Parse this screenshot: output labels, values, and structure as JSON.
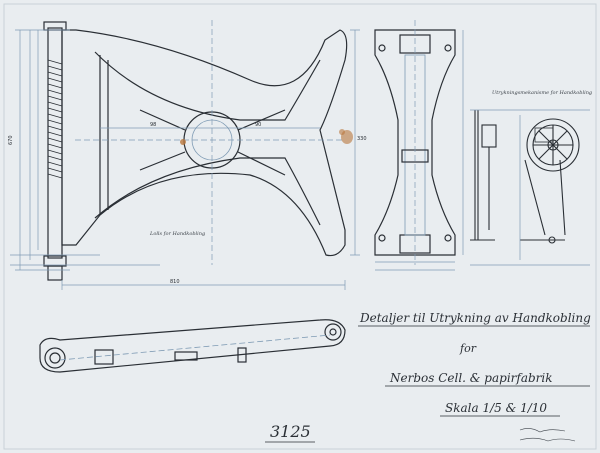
{
  "title": {
    "line1": "Detaljer til Utrykning av Handkobling",
    "line2": "for",
    "line3": "Nerbos Cell. & papirfabrik",
    "line4": "Skala 1/5 & 1/10"
  },
  "sheet_number": "3125",
  "view_notes": {
    "front": "Lolls for Handkobling",
    "side_top": "Utrykningsmekanisme for Handkobling"
  },
  "colors": {
    "paper": "#e9edf0",
    "ink": "#2a2f35",
    "blue_line": "#7f9bb4",
    "stain": "#b9773c"
  }
}
